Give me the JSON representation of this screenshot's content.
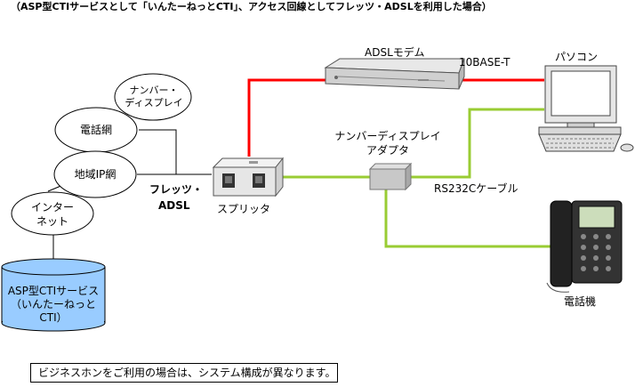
{
  "title": "（ASP型CTIサービスとして「いんたーねっとCTI」、アクセス回線としてフレッツ・ADSLを利用した場合）",
  "nodes": {
    "number_display_cloud": [
      "ナンバー・",
      "ディスプレイ"
    ],
    "telephone_network": "電話網",
    "regional_ip_network": "地域IP網",
    "internet": [
      "インター",
      "ネット"
    ],
    "asp_cti_service": [
      "ASP型CTIサービス",
      "（いんたーねっと",
      "CTI）"
    ],
    "flets_adsl": [
      "フレッツ・",
      "ADSL"
    ],
    "splitter": "スプリッタ",
    "adsl_modem": "ADSLモデム",
    "base_t": "10BASE-T",
    "pc": "パソコン",
    "number_display_adapter": [
      "ナンバーディスプレイ",
      "アダプタ"
    ],
    "rs232c_cable": "RS232Cケーブル",
    "telephone": "電話機"
  },
  "note": "ビジネスホンをご利用の場合は、システム構成が異なります。",
  "colors": {
    "adsl_line": "#ff0000",
    "phone_line": "#99cc33",
    "network_line": "#000000"
  },
  "icons": [
    "adsl-modem-icon",
    "splitter-icon",
    "pc-icon",
    "adapter-icon",
    "telephone-icon",
    "database-cylinder-icon"
  ]
}
